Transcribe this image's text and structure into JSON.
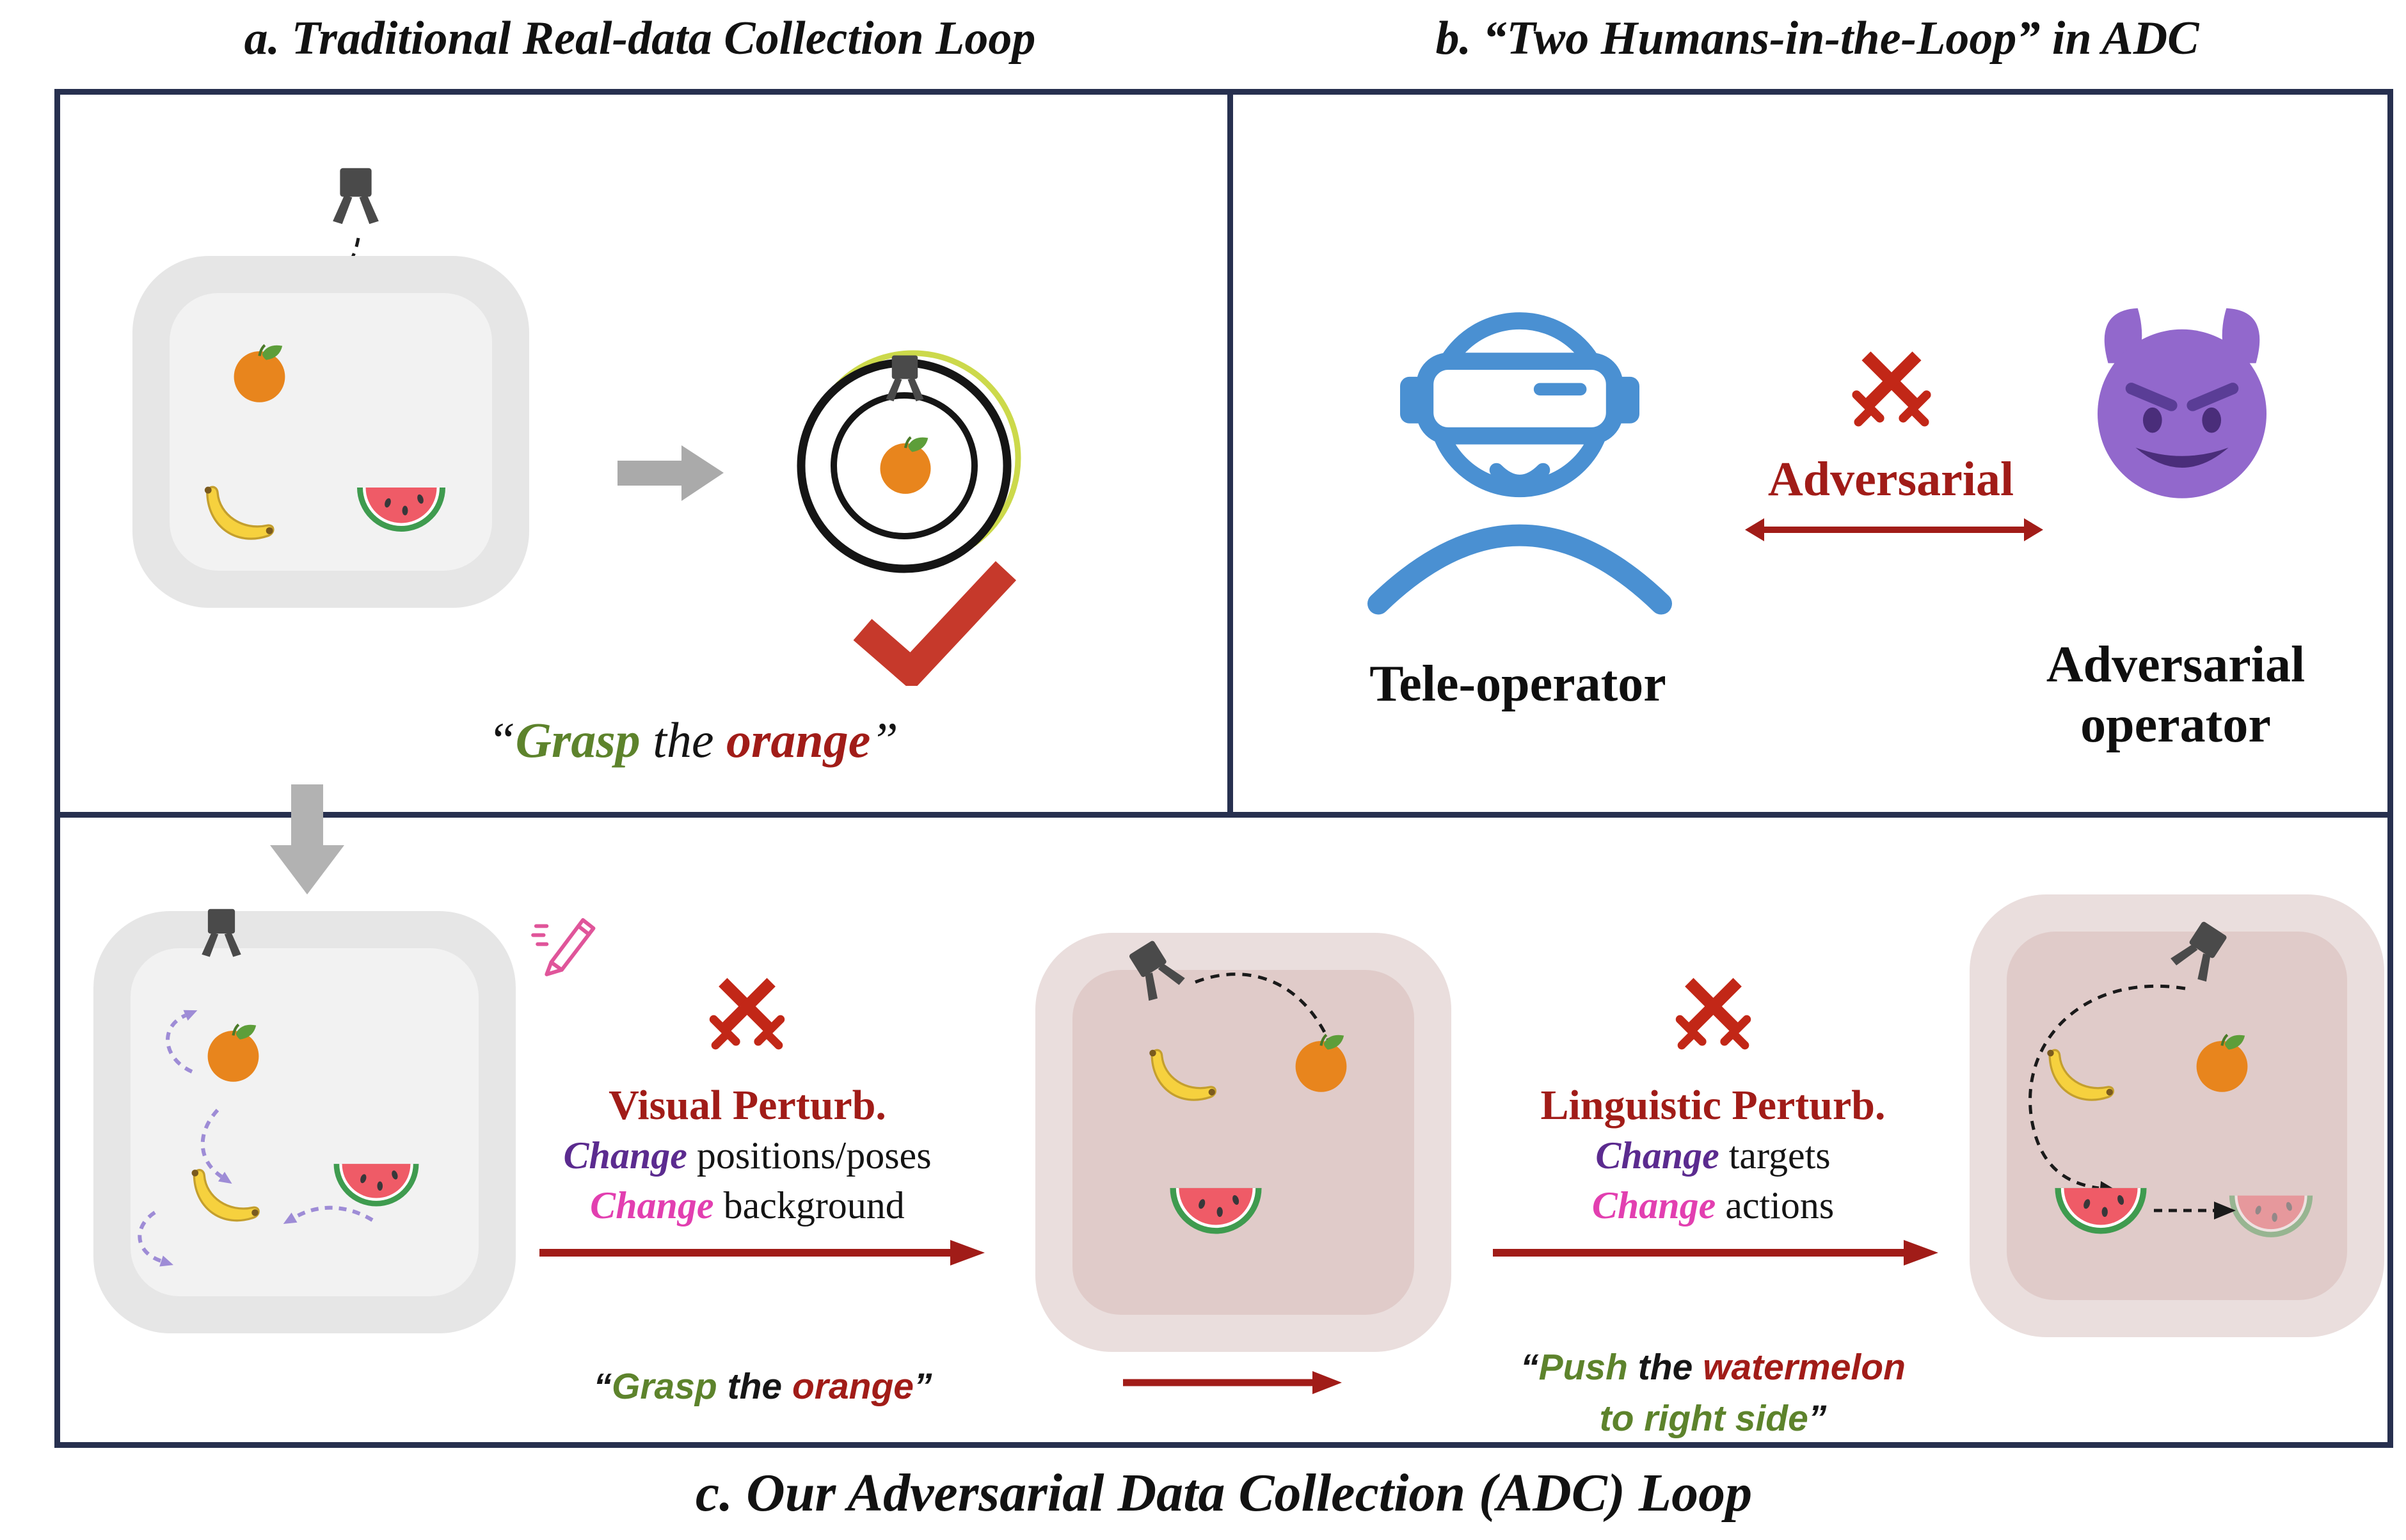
{
  "figure": {
    "panel_a_title": "a. Traditional Real-data Collection Loop",
    "panel_b_title": "b. “Two Humans-in-the-Loop” in ADC",
    "panel_c_title": "c. Our Adversarial Data Collection (ADC) Loop"
  },
  "panel_a": {
    "caption": {
      "q1": "“",
      "verb": "Grasp",
      "mid": " the ",
      "object": "orange",
      "q2": "”"
    }
  },
  "panel_b": {
    "adversarial_label": "Adversarial",
    "teleoperator_label": "Tele-operator",
    "adversary_line1": "Adversarial",
    "adversary_line2": "operator"
  },
  "panel_c": {
    "visual_perturb": {
      "title": "Visual Perturb.",
      "line1": {
        "change": "Change",
        "rest": " positions/poses"
      },
      "line2": {
        "change": "Change",
        "rest": " background"
      }
    },
    "linguistic_perturb": {
      "title": "Linguistic Perturb.",
      "line1": {
        "change": "Change",
        "rest": " targets"
      },
      "line2": {
        "change": "Change",
        "rest": " actions"
      }
    },
    "caption_mid": {
      "q1": "“",
      "verb": "Grasp",
      "mid": " the ",
      "object": "orange",
      "q2": "”"
    },
    "caption_right": {
      "q1": "“",
      "verb": "Push",
      "mid": " the ",
      "object": "watermelon",
      "line2": "to right side",
      "q2": "”"
    }
  },
  "colors": {
    "border_navy": "#27304f",
    "dark_red": "#a11c18",
    "sword_red": "#c22717",
    "verb_green": "#5d832c",
    "change_purple": "#5b2b8f",
    "change_magenta": "#e23fb0",
    "teleoperator_blue": "#4a90d2",
    "devil_purple": "#9268cc",
    "gray_arrow": "#aaaaaa",
    "check_red": "#c6392b",
    "highlight_ring_green": "#ccd94b"
  },
  "icons": {
    "gripper": "robot-gripper-claw",
    "orange": "orange-fruit",
    "banana": "banana-fruit",
    "watermelon": "watermelon-slice",
    "vr_person": "teleoperator-with-vr-headset",
    "devil": "purple-devil-face",
    "swords": "crossed-swords",
    "pencil": "edit-pencil",
    "check": "success-checkmark"
  }
}
